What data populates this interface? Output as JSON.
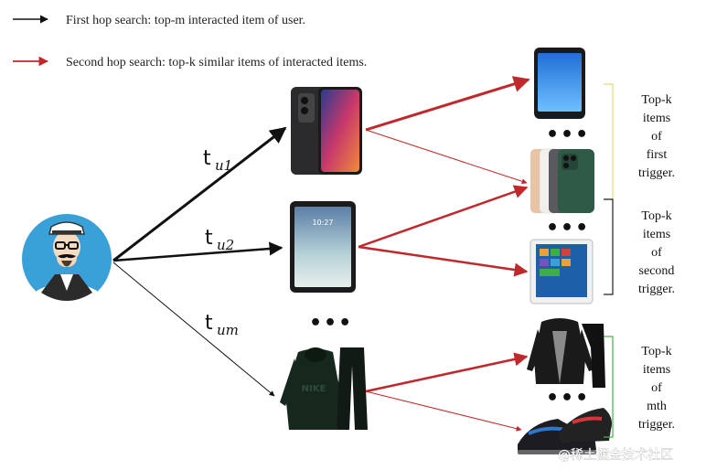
{
  "legend": {
    "first_hop": "First hop search: top-m interacted item of user.",
    "second_hop": "Second hop search: top-k similar items of interacted  items.",
    "first_hop_color": "#111111",
    "second_hop_color": "#c0282b"
  },
  "edges": {
    "u1": {
      "base": "t",
      "sub": "u1"
    },
    "u2": {
      "base": "t",
      "sub": "u2"
    },
    "um": {
      "base": "t",
      "sub": "um"
    }
  },
  "middle_dots": "•••",
  "right_dots": "•••",
  "groups": [
    {
      "lines": [
        "Top-k",
        "items",
        "of",
        "first",
        "trigger."
      ],
      "bracket_color": "#e8d77a"
    },
    {
      "lines": [
        "Top-k",
        "items",
        "of",
        "second",
        "trigger."
      ],
      "bracket_color": "#222222"
    },
    {
      "lines": [
        "Top-k",
        "items",
        "of",
        "mth",
        "trigger."
      ],
      "bracket_color": "#49b04a"
    }
  ],
  "watermark": "@稀土掘金技术社区",
  "icons": {
    "user": "user-avatar-icon",
    "phone_1": "smartphone-icon",
    "tablet": "tablet-icon",
    "tracksuit": "tracksuit-icon"
  }
}
